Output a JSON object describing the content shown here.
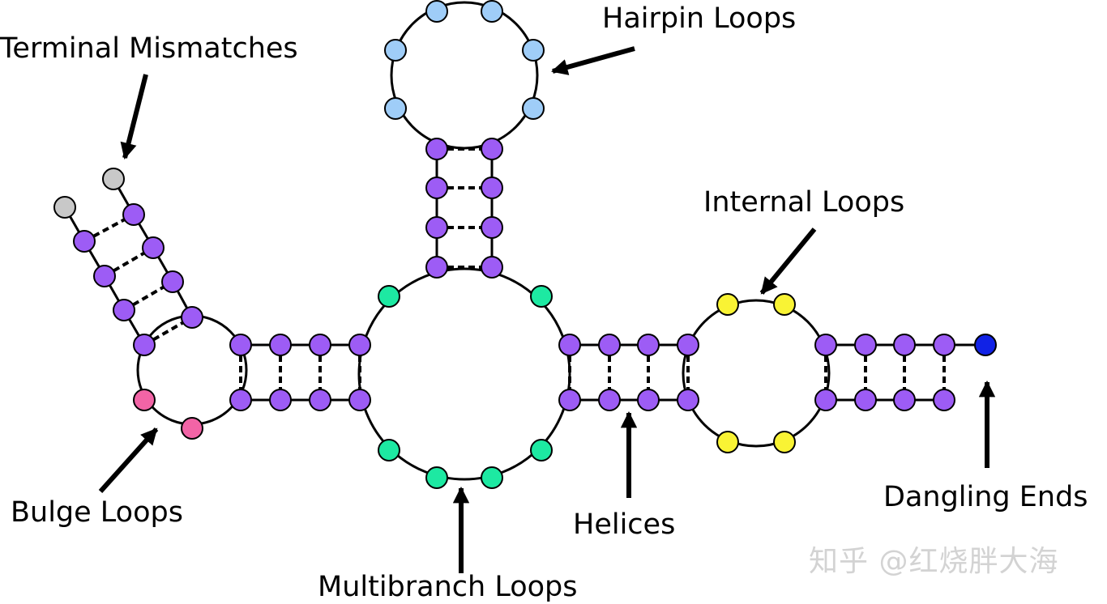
{
  "labels": {
    "terminal_mismatches": "Terminal Mismatches",
    "hairpin_loops": "Hairpin Loops",
    "internal_loops": "Internal Loops",
    "bulge_loops": "Bulge Loops",
    "multibranch_loops": "Multibranch Loops",
    "helices": "Helices",
    "dangling_ends": "Dangling Ends"
  },
  "watermark": "知乎 @红烧胖大海",
  "colors": {
    "helix": "#9d5cf5",
    "hairpin": "#9fcdf8",
    "multibranch": "#1de9a2",
    "internal": "#f9f334",
    "bulge": "#f264a6",
    "terminal": "#c8c8c8",
    "dangling": "#1122e6",
    "stroke": "#000000"
  }
}
